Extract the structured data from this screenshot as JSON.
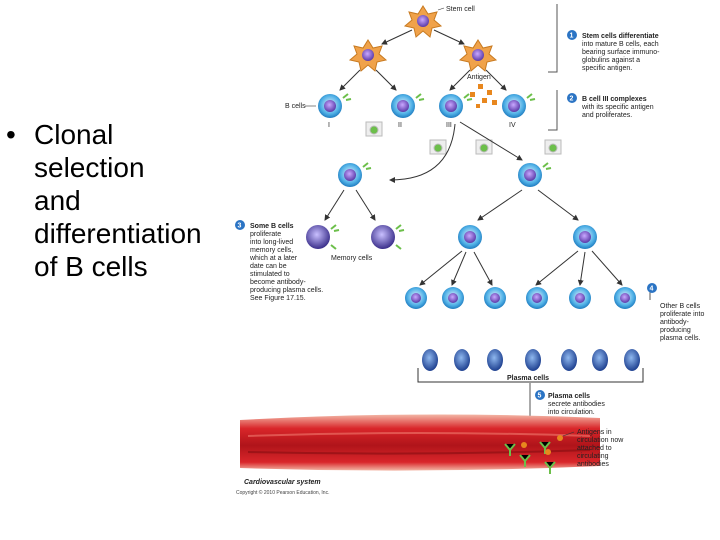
{
  "slide": {
    "bullet_symbol": "•",
    "bullet_lines": [
      "Clonal",
      "selection",
      "and",
      "differentiation",
      "of B cells"
    ]
  },
  "figure": {
    "stem_cell_label": "Stem cell",
    "antigen_label": "Antigen",
    "b_cells_label": "B cells",
    "roman_labels": [
      "I",
      "II",
      "III",
      "IV"
    ],
    "memory_cells_label": "Memory cells",
    "plasma_cells_label": "Plasma cells",
    "cardio_label": "Cardiovascular system",
    "copyright": "Copyright © 2010 Pearson Education, Inc.",
    "steps": [
      {
        "number": "1",
        "lines": [
          "Stem cells differentiate",
          "into mature B cells, each",
          "bearing surface immuno-",
          "globulins against a",
          "specific antigen."
        ]
      },
      {
        "number": "2",
        "lines": [
          "B cell III complexes",
          "with its specific antigen",
          "and proliferates."
        ]
      },
      {
        "number": "3",
        "lines": [
          "Some B cells",
          "proliferate",
          "into long-lived",
          "memory cells,",
          "which at a later",
          "date can be",
          "stimulated to",
          "become antibody-",
          "producing plasma cells.",
          "See Figure 17.15."
        ]
      },
      {
        "number": "4",
        "lines": [
          "Other B cells",
          "proliferate into",
          "antibody-",
          "producing",
          "plasma cells."
        ]
      },
      {
        "number": "5",
        "lines": [
          "Plasma cells",
          "secrete antibodies",
          "into circulation."
        ]
      }
    ],
    "antigens_note": [
      "Antigens in",
      "circulation now",
      "attached to",
      "circulating",
      "antibodies"
    ]
  }
}
